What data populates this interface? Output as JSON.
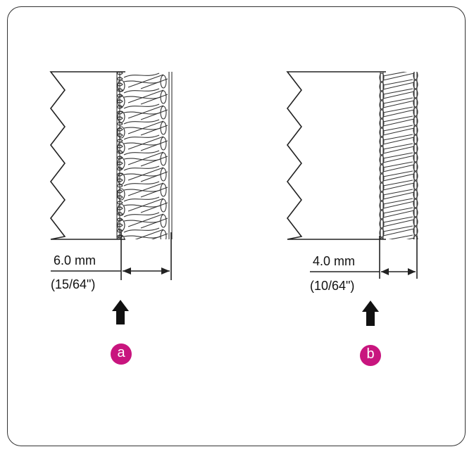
{
  "accent_color": "#c8157e",
  "panels": [
    {
      "id": "a",
      "width_metric": "6.0 mm",
      "width_imperial": "(15/64\")",
      "badge": "a",
      "arrow_icon": "up-arrow-icon"
    },
    {
      "id": "b",
      "width_metric": "4.0 mm",
      "width_imperial": "(10/64\")",
      "badge": "b",
      "arrow_icon": "up-arrow-icon"
    }
  ]
}
